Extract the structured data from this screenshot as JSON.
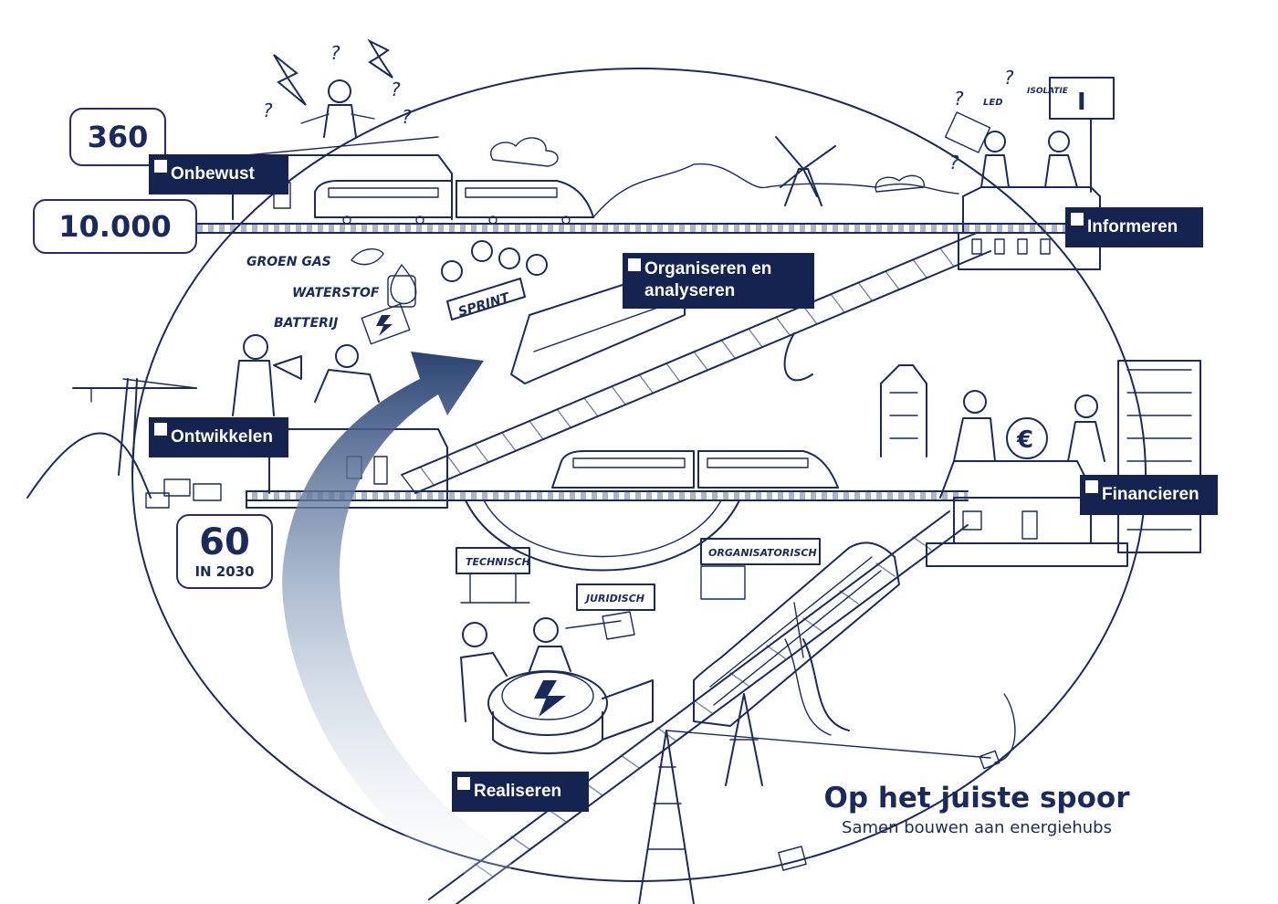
{
  "stages": {
    "onbewust": "Onbewust",
    "informeren": "Informeren",
    "organiseren": "Organiseren en\nanalyseren",
    "ontwikkelen": "Ontwikkelen",
    "financieren": "Financieren",
    "realiseren": "Realiseren"
  },
  "stats": {
    "s360": "360",
    "s10000": "10.000",
    "s60": "60",
    "s60_sub": "IN 2030"
  },
  "drawing_labels": {
    "groen_gas": "GROEN GAS",
    "waterstof": "WATERSTOF",
    "batterij": "BATTERIJ",
    "sprint": "SPRINT",
    "technisch": "TECHNISCH",
    "juridisch": "JURIDISCH",
    "organisatorisch": "ORGANISATORISCH",
    "led": "LED",
    "isolatie": "ISOLATIE",
    "info_sign": "I",
    "euro": "€"
  },
  "title": {
    "main": "Op het juiste spoor",
    "sub": "Samen bouwen aan energiehubs"
  },
  "colors": {
    "navy": "#14234f",
    "ink": "#1b2a5c",
    "arrow_gradient": [
      "#1f3a6b",
      "#ffffff"
    ]
  }
}
